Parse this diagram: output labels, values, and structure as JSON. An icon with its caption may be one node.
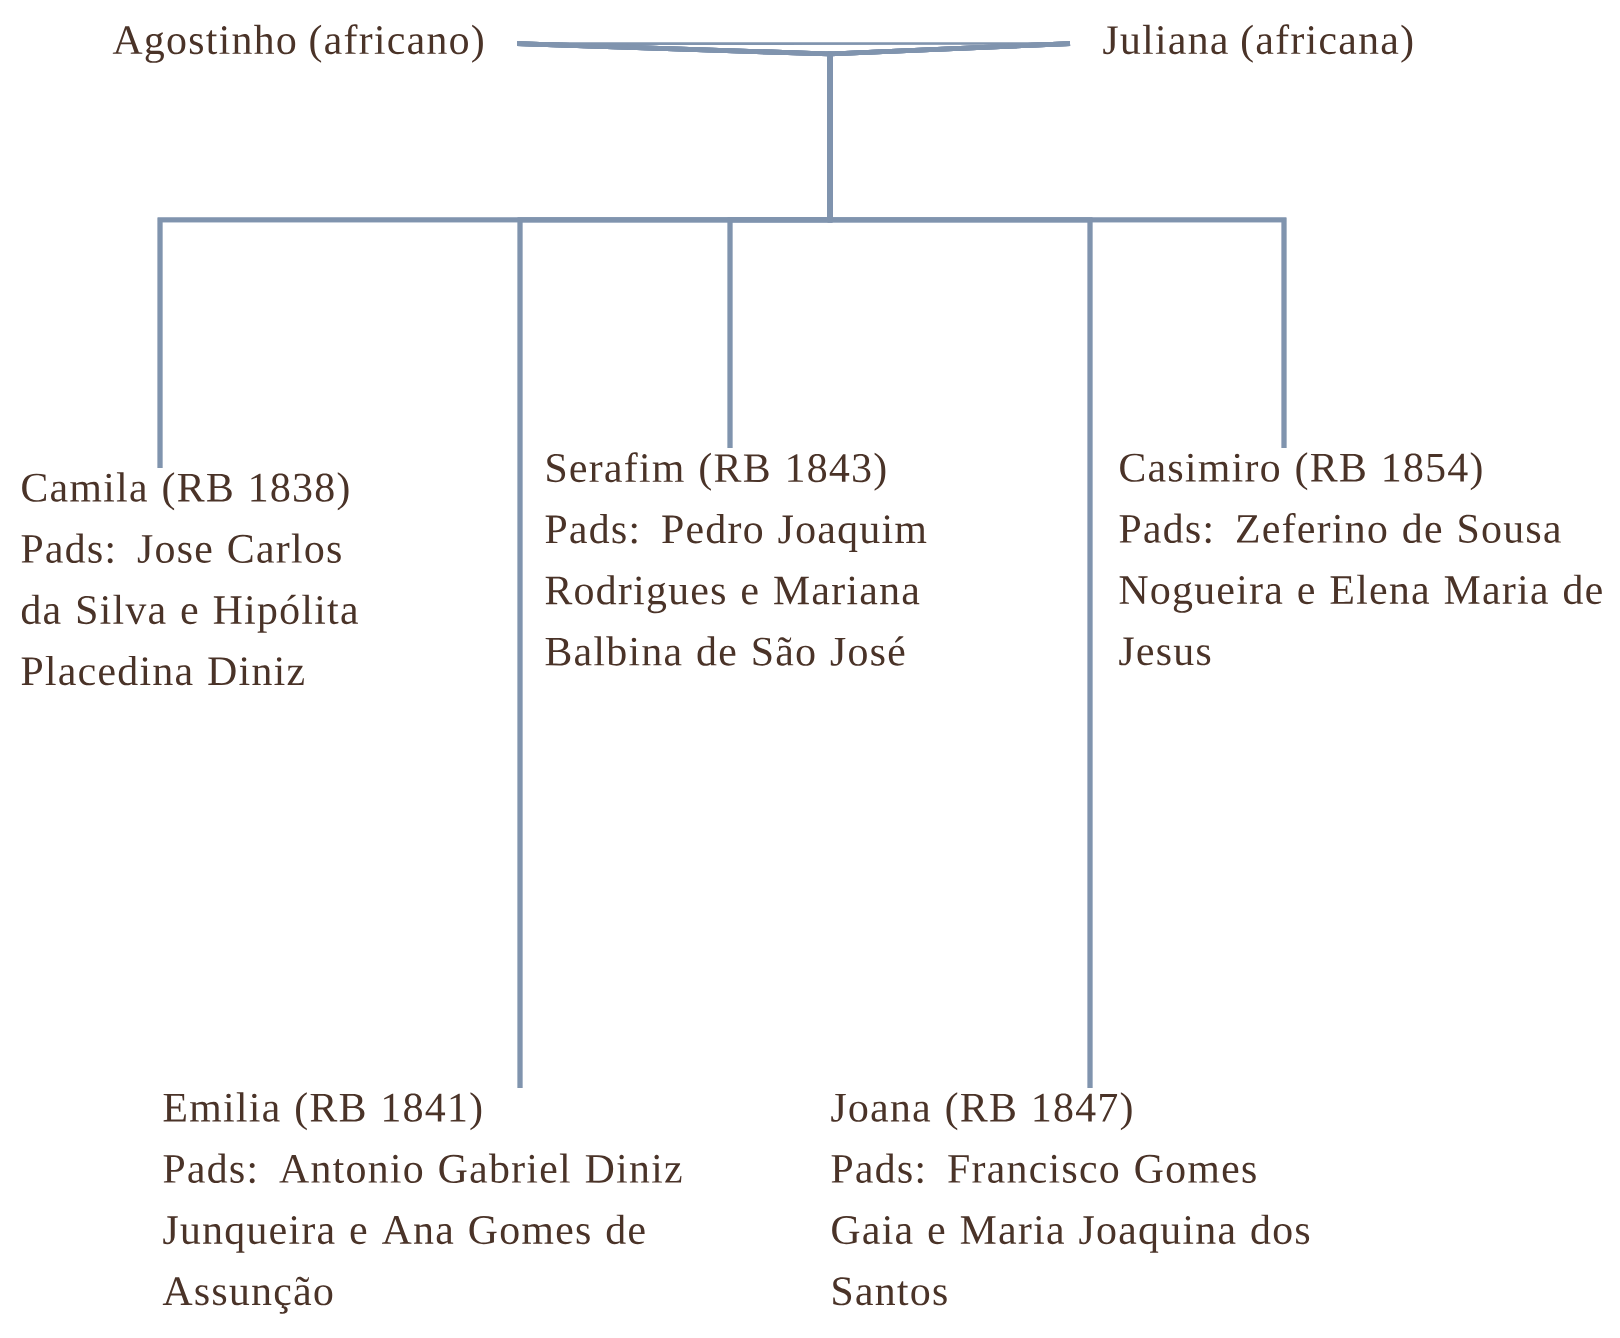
{
  "diagram": {
    "nodes": [
      {
        "text": [
          "Agostinho (africano)"
        ]
      },
      {
        "text": [
          "Juliana (africana)"
        ]
      },
      {
        "text": [
          "Camila (RB 1838)",
          "Pads: Jose Carlos da Silva e Hipólita Placedina Diniz"
        ]
      },
      {
        "text": [
          "Serafim (RB 1843)",
          "Pads: Pedro Joaquim Rodrigues e Mariana Balbina de São José"
        ]
      },
      {
        "text": [
          "Casimiro (RB 1854)",
          "Pads: Zeferino de Sousa Nogueira e Elena Maria de Jesus"
        ]
      },
      {
        "text": [
          "Emilia (RB 1841)",
          "Pads: Antonio Gabriel Diniz Junqueira e Ana Gomes de Assunção"
        ]
      },
      {
        "text": [
          "Joana (RB 1847)",
          "Pads: Francisco Gomes Gaia e Maria Joaquina dos Santos"
        ]
      }
    ],
    "edges": [
      {
        "from": 0,
        "to": 1,
        "arrow": "none"
      },
      {
        "from": 0,
        "to": 2,
        "arrow": "none"
      },
      {
        "from": 1,
        "to": 2,
        "arrow": "none"
      },
      {
        "from": 0,
        "to": 3,
        "arrow": "none"
      },
      {
        "from": 1,
        "to": 3,
        "arrow": "none"
      },
      {
        "from": 0,
        "to": 4,
        "arrow": "none"
      },
      {
        "from": 1,
        "to": 4,
        "arrow": "none"
      },
      {
        "from": 0,
        "to": 5,
        "arrow": "none"
      },
      {
        "from": 1,
        "to": 5,
        "arrow": "none"
      },
      {
        "from": 0,
        "to": 6,
        "arrow": "none"
      },
      {
        "from": 1,
        "to": 6,
        "arrow": "none"
      }
    ]
  }
}
